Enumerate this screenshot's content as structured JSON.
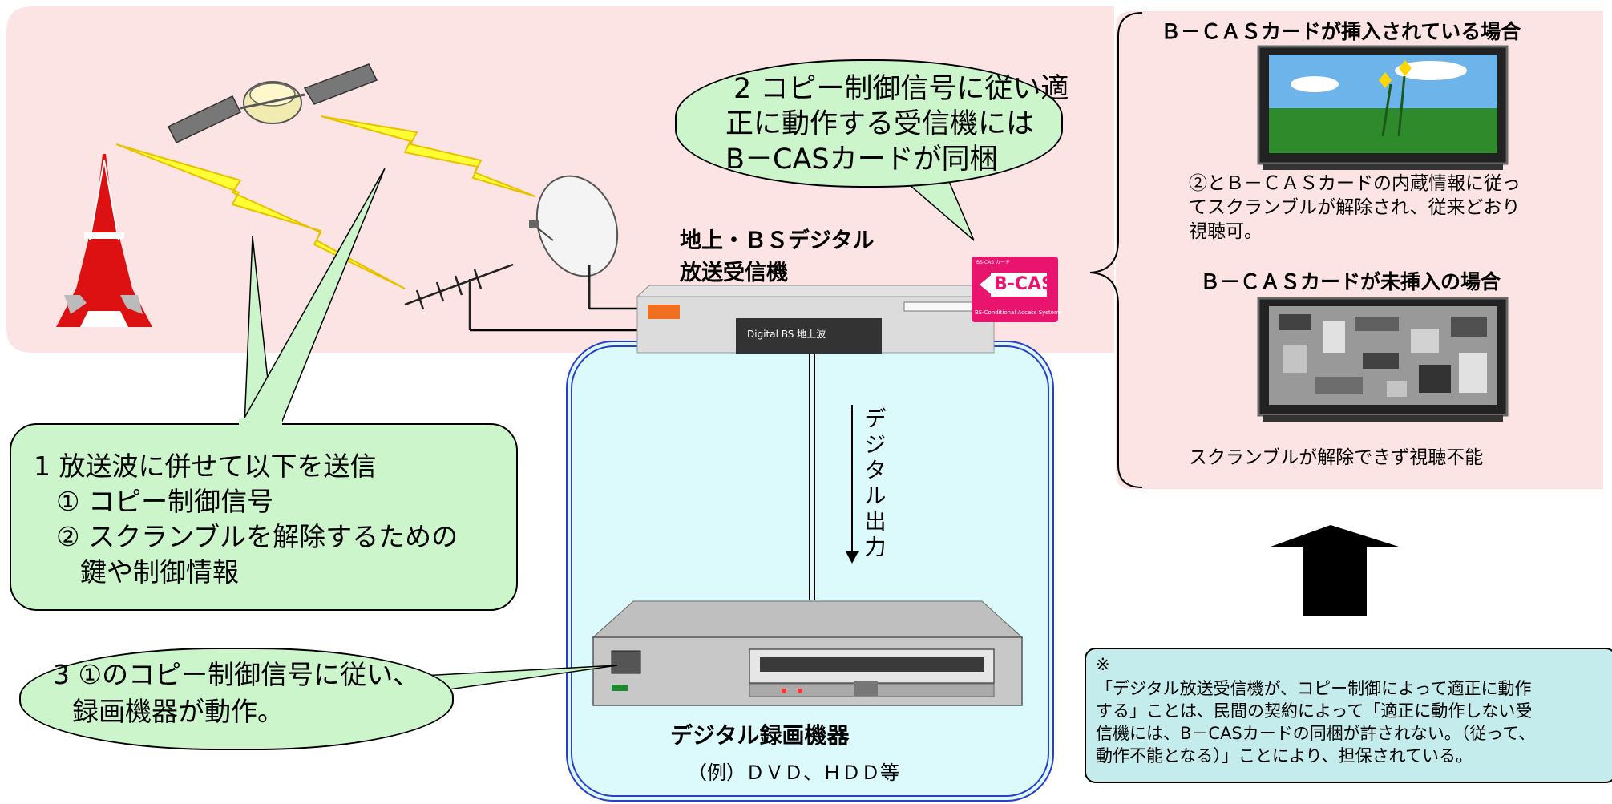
{
  "bubble_top": {
    "line1": "2 コピー制御信号に従い適",
    "line2": "正に動作する受信機には",
    "line3": "B－CASカードが同梱"
  },
  "receiver": {
    "label_line1": "地上・ＢＳデジタル",
    "label_line2": "放送受信機",
    "panel_text": "Digital BS 地上波"
  },
  "bcas_card": {
    "title": "B-CAS",
    "sub": "BS-Conditional Access Systems",
    "top_tiny": "BS-CAS カード"
  },
  "right_panel": {
    "inserted_heading": "Ｂ－ＣＡＳカードが挿入されている場合",
    "inserted_desc_line1": "②とＢ－ＣＡＳカードの内蔵情報に従っ",
    "inserted_desc_line2": "てスクランブルが解除され、従来どおり",
    "inserted_desc_line3": "視聴可。",
    "not_inserted_heading": "Ｂ－ＣＡＳカードが未挿入の場合",
    "not_inserted_desc": "スクランブルが解除できず視聴不能"
  },
  "callout1": {
    "line1": "1  放送波に併せて以下を送信",
    "line2": "① コピー制御信号",
    "line3": "② スクランブルを解除するための",
    "line4": "鍵や制御情報"
  },
  "digital_output_label": "デジタル出力",
  "callout3": {
    "line1": "3 ①のコピー制御信号に従い、",
    "line2": "録画機器が動作。"
  },
  "recorder": {
    "label": "デジタル録画機器",
    "example": "（例）ＤＶＤ、ＨＤＤ等"
  },
  "note": {
    "mark": "※",
    "line1": "「デジタル放送受信機が、コピー制御によって適正に動作",
    "line2": "する」ことは、民間の契約によって「適正に動作しない受",
    "line3": "信機には、B－CASカードの同梱が許されない。（従って、",
    "line4": "動作不能となる）」ことにより、担保されている。"
  },
  "colors": {
    "pink_band": "#fde4e4",
    "bubble_green": "#ccf5cc",
    "recorder_box": "#dcfafc",
    "recorder_border": "#2a3dcc",
    "note_box": "#c5ecec",
    "bcas_pink": "#e8146e",
    "lightning": "#ffff33",
    "tower_red": "#dd1111"
  }
}
